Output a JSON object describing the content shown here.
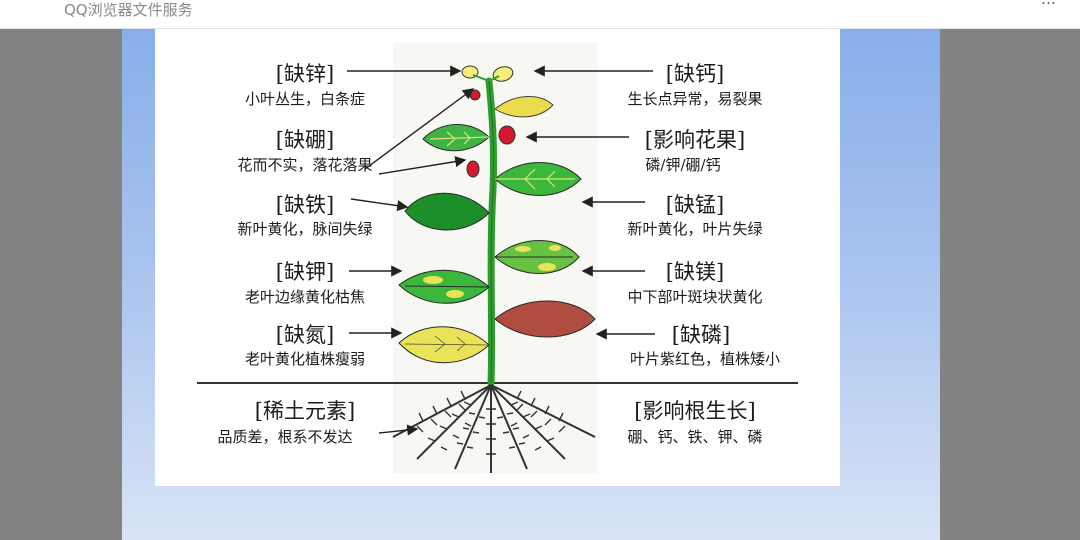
{
  "app": {
    "title": "QQ浏览器文件服务",
    "top_right_text": "…"
  },
  "colors": {
    "stem": "#2e9c2e",
    "leaf_green": "#3bb83b",
    "leaf_dark": "#1d8f2a",
    "leaf_yellow": "#e9e35a",
    "leaf_purple": "#b14c40",
    "flower_red": "#d3182f",
    "root": "#3a3a3a"
  },
  "diagram": {
    "labels": {
      "zinc_title": "[缺锌]",
      "zinc_desc": "小叶丛生，白条症",
      "boron_title": "[缺硼]",
      "boron_desc": "花而不实，落花落果",
      "iron_title": "[缺铁]",
      "iron_desc": "新叶黄化，脉间失绿",
      "potassium_title": "[缺钾]",
      "potassium_desc": "老叶边缘黄化枯焦",
      "nitrogen_title": "[缺氮]",
      "nitrogen_desc": "老叶黄化植株瘦弱",
      "rare_earth_title": "[稀土元素]",
      "rare_earth_desc": "品质差，根系不发达",
      "calcium_title": "[缺钙]",
      "calcium_desc": "生长点异常，易裂果",
      "flower_fruit_title": "[影响花果]",
      "flower_fruit_desc": "磷/钾/硼/钙",
      "manganese_title": "[缺锰]",
      "manganese_desc": "新叶黄化，叶片失绿",
      "magnesium_title": "[缺镁]",
      "magnesium_desc": "中下部叶斑块状黄化",
      "phosphorus_title": "[缺磷]",
      "phosphorus_desc": "叶片紫红色，植株矮小",
      "root_growth_title": "[影响根生长]",
      "root_growth_desc": "硼、钙、铁、钾、磷"
    }
  }
}
